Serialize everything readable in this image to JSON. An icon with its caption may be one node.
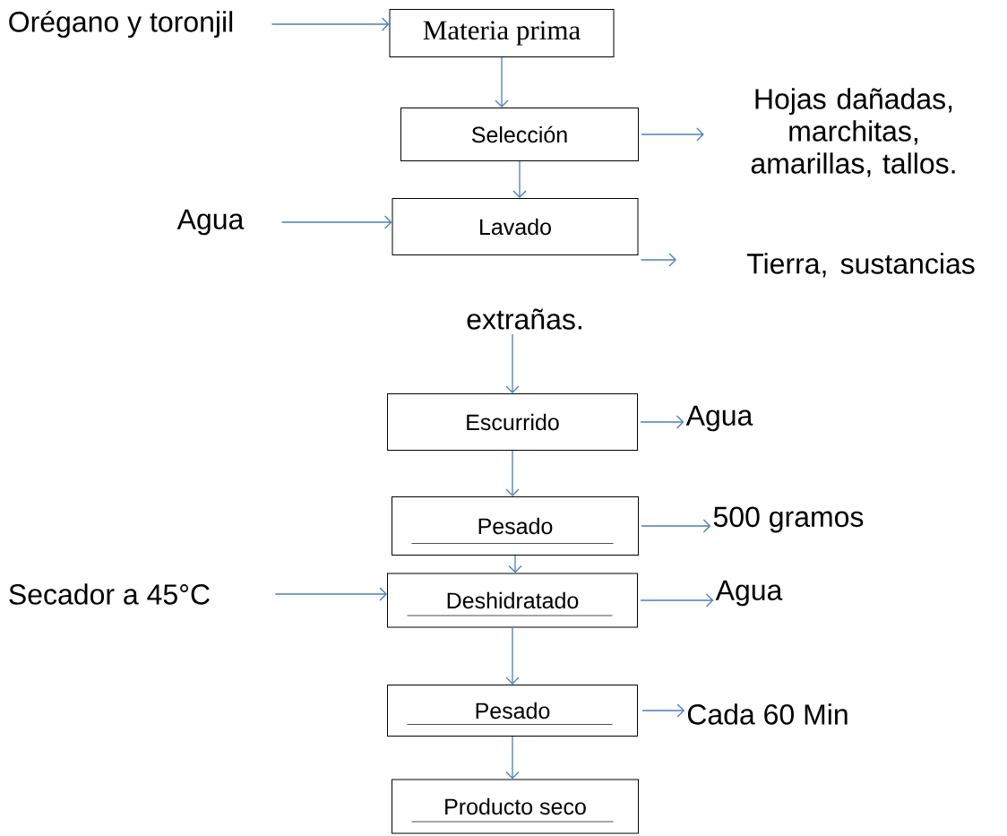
{
  "diagram": {
    "nodes": [
      {
        "text": [
          "Orégano y toronjil"
        ]
      },
      {
        "text": [
          "Materia prima"
        ]
      },
      {
        "text": [
          "Selección"
        ]
      },
      {
        "text": [
          "Hojas dañadas, marchitas, amarillas, tallos."
        ]
      },
      {
        "text": [
          "Agua"
        ]
      },
      {
        "text": [
          "Lavado"
        ]
      },
      {
        "text": [
          "Tierra, sustancias extrañas."
        ]
      },
      {
        "text": [
          "Escurrido"
        ]
      },
      {
        "text": [
          "Agua"
        ]
      },
      {
        "text": [
          "Pesado"
        ]
      },
      {
        "text": [
          "500 gramos"
        ]
      },
      {
        "text": [
          "Secador a 45°C"
        ]
      },
      {
        "text": [
          "Deshidratado"
        ]
      },
      {
        "text": [
          "Agua"
        ]
      },
      {
        "text": [
          "Pesado"
        ]
      },
      {
        "text": [
          "Cada 60 Min"
        ]
      },
      {
        "text": [
          "Producto seco"
        ]
      }
    ],
    "edges": [
      {
        "from": 0,
        "to": 1,
        "arrow": "to"
      },
      {
        "from": 1,
        "to": 2,
        "arrow": "to"
      },
      {
        "from": 2,
        "to": 3,
        "arrow": "to"
      },
      {
        "from": 2,
        "to": 5,
        "arrow": "to"
      },
      {
        "from": 4,
        "to": 5,
        "arrow": "to"
      },
      {
        "from": 5,
        "to": 6,
        "arrow": "to"
      },
      {
        "from": 6,
        "to": 7,
        "arrow": "to"
      },
      {
        "from": 7,
        "to": 8,
        "arrow": "to"
      },
      {
        "from": 7,
        "to": 9,
        "arrow": "to"
      },
      {
        "from": 9,
        "to": 10,
        "arrow": "to"
      },
      {
        "from": 9,
        "to": 12,
        "arrow": "to"
      },
      {
        "from": 11,
        "to": 12,
        "arrow": "to"
      },
      {
        "from": 12,
        "to": 13,
        "arrow": "to"
      },
      {
        "from": 12,
        "to": 14,
        "arrow": "to"
      },
      {
        "from": 14,
        "to": 15,
        "arrow": "to"
      },
      {
        "from": 14,
        "to": 16,
        "arrow": "to"
      }
    ]
  }
}
